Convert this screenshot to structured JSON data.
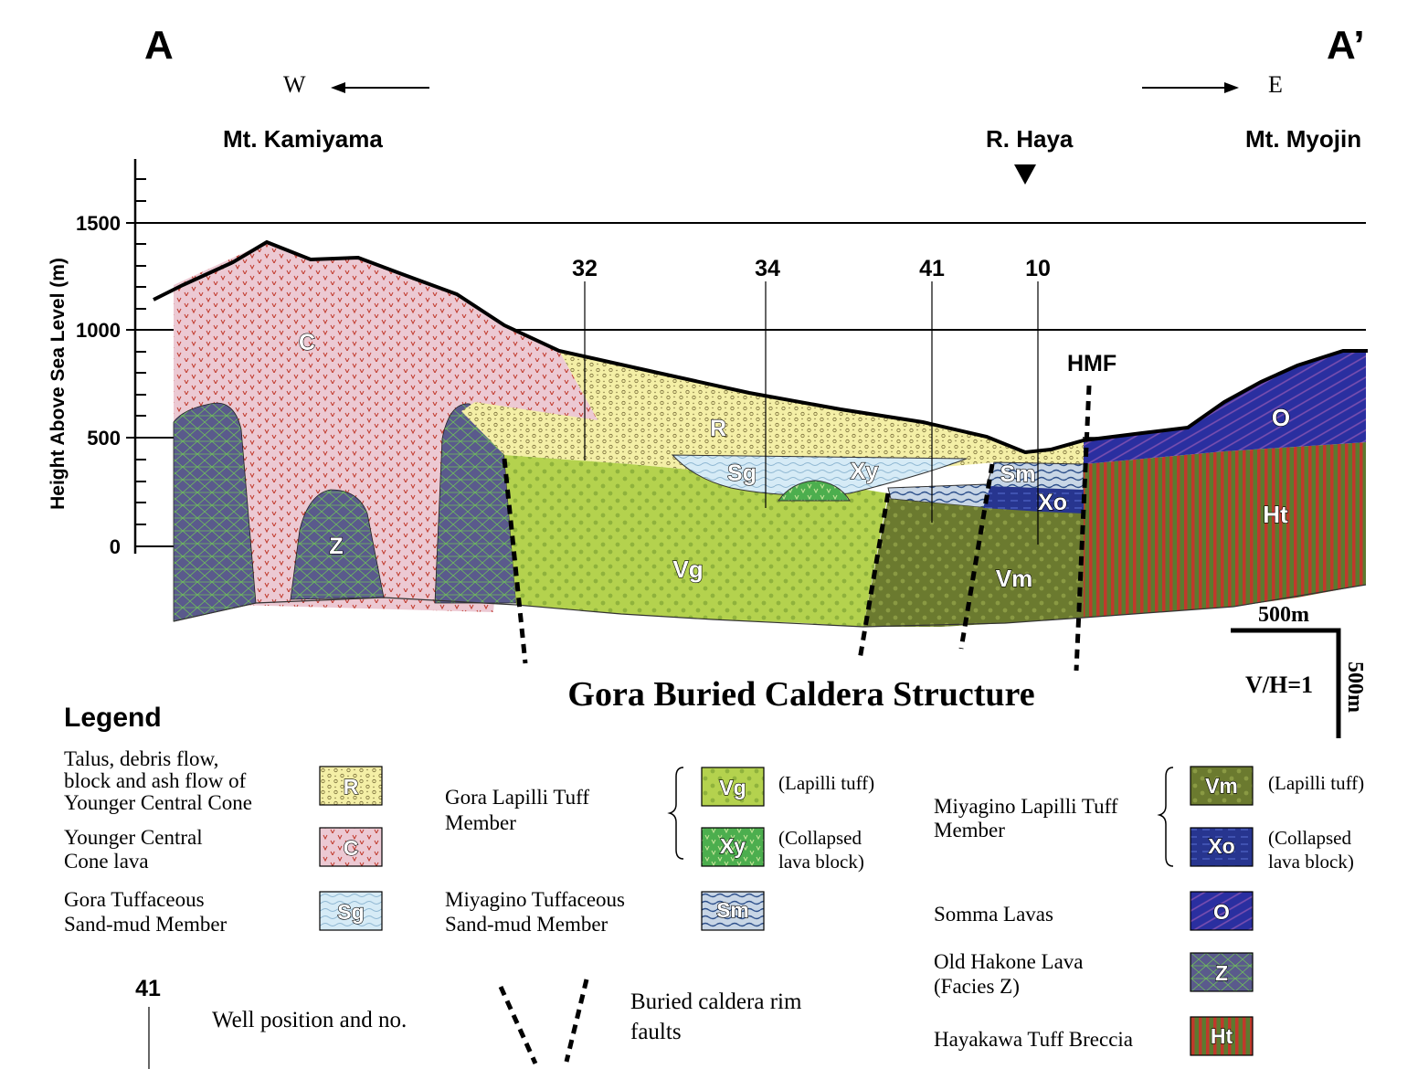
{
  "section": {
    "start_label": "A",
    "end_label": "A’",
    "west_label": "W",
    "east_label": "E",
    "peaks": {
      "left": "Mt. Kamiyama",
      "river": "R. Haya",
      "right": "Mt. Myojin"
    },
    "fault_label": "HMF",
    "title": "Gora Buried Caldera Structure"
  },
  "axis": {
    "ylabel": "Height Above Sea Level (m)",
    "ticks": [
      "1500",
      "1000",
      "500",
      "0"
    ]
  },
  "wells": [
    "32",
    "34",
    "41",
    "10"
  ],
  "scale": {
    "horizontal": "500m",
    "vertical": "500m",
    "ratio": "V/H=1"
  },
  "units": {
    "R": "R",
    "C": "C",
    "Sg": "Sg",
    "Xy": "Xy",
    "Sm": "Sm",
    "Xo": "Xo",
    "Vg": "Vg",
    "Vm": "Vm",
    "O": "O",
    "Ht": "Ht",
    "Z": "Z"
  },
  "colors": {
    "R": "#f4efa6",
    "C": "#ecc9d3",
    "Sg": "#d6ebf6",
    "Vg": "#b4d24e",
    "Xy": "#4cae4e",
    "Vm": "#6b7a2f",
    "Xo": "#27358f",
    "Sm": "#c8d6e6",
    "O": "#2a2fa0",
    "Z": "#5a5a8c",
    "Ht": "#5c7a30"
  },
  "legend": {
    "title": "Legend",
    "R_line1": "Talus, debris flow,",
    "R_line2": "block and ash flow of",
    "R_line3": "Younger Central Cone",
    "C_line1": "Younger Central",
    "C_line2": "Cone lava",
    "Sg_line1": "Gora Tuffaceous",
    "Sg_line2": "Sand-mud Member",
    "gora_line1": "Gora Lapilli Tuff",
    "gora_line2": "Member",
    "Vg_note": "(Lapilli tuff)",
    "Xy_note1": "(Collapsed",
    "Xy_note2": "lava block)",
    "Sm_line1": "Miyagino Tuffaceous",
    "Sm_line2": "Sand-mud Member",
    "miya_line1": "Miyagino Lapilli Tuff",
    "miya_line2": "Member",
    "Vm_note": "(Lapilli tuff)",
    "Xo_note1": "(Collapsed",
    "Xo_note2": "lava block)",
    "O_text": "Somma Lavas",
    "Z_line1": "Old Hakone Lava",
    "Z_line2": "(Facies Z)",
    "Ht_text": "Hayakawa Tuff Breccia",
    "well_no": "41",
    "well_text": "Well position and no.",
    "fault_line1": "Buried caldera rim",
    "fault_line2": "faults"
  }
}
